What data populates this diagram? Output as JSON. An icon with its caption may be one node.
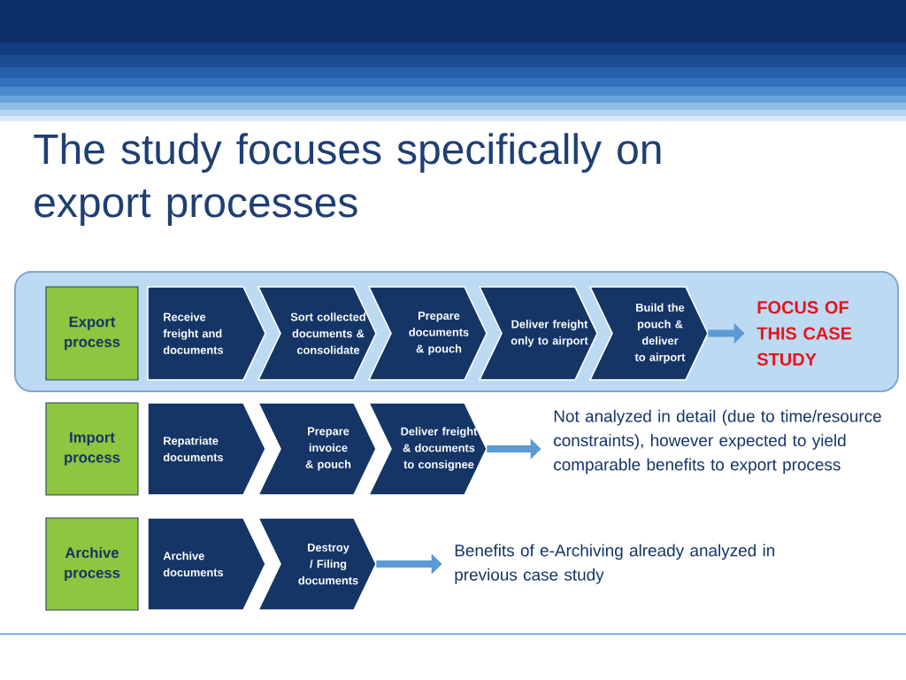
{
  "diagram": {
    "title": "The study focuses specifically on export processes",
    "nodes": [
      {
        "text": [],
        "shape": "box"
      },
      {
        "text": [
          "Export process"
        ],
        "in": 0
      },
      {
        "text": [
          "Receive freight and documents"
        ],
        "in": 0
      },
      {
        "text": [
          "Sort collected documents & consolidate"
        ],
        "in": 0
      },
      {
        "text": [
          "Prepare documents & pouch"
        ],
        "in": 0
      },
      {
        "text": [
          "Deliver freight only to airport"
        ],
        "in": 0
      },
      {
        "text": [
          "Build the pouch & deliver to airport"
        ],
        "in": 0
      },
      {
        "text": [
          "FOCUS OF THIS CASE STUDY"
        ],
        "in": 0
      },
      {
        "text": [
          "Import process"
        ]
      },
      {
        "text": [
          "Repatriate documents"
        ]
      },
      {
        "text": [
          "Prepare invoice & pouch"
        ]
      },
      {
        "text": [
          "Deliver freight & documents to consignee"
        ]
      },
      {
        "text": [
          "Not analyzed in detail (due to time/resource constraints), however expected to yield comparable benefits to export process"
        ]
      },
      {
        "text": [
          "Archive process"
        ]
      },
      {
        "text": [
          "Archive documents"
        ]
      },
      {
        "text": [
          "Destroy / Filing documents"
        ]
      },
      {
        "text": [
          "Benefits of e-Archiving already analyzed in previous case study"
        ]
      }
    ],
    "edges": [
      {
        "from": 6,
        "to": 7,
        "arrow": "to"
      },
      {
        "from": 11,
        "to": 12,
        "arrow": "to"
      },
      {
        "from": 15,
        "to": 16,
        "arrow": "to"
      }
    ]
  }
}
